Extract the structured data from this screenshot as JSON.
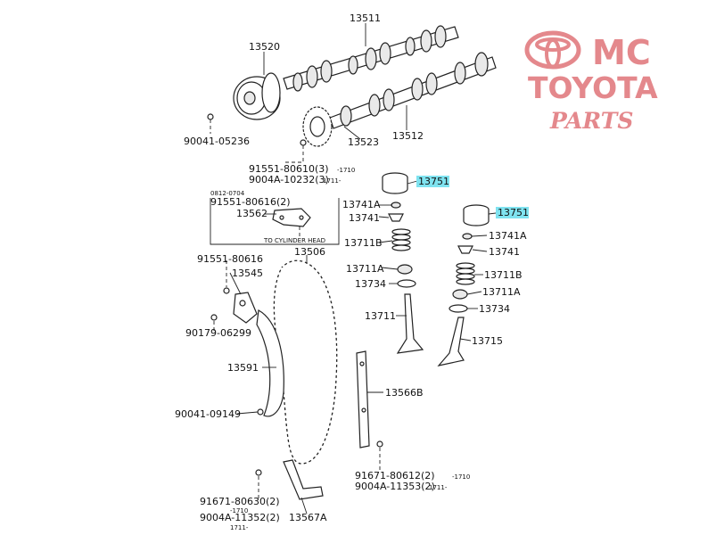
{
  "logo": {
    "line1": "MC",
    "line2": "TOYOTA",
    "line3": "PARTS",
    "color": "#e4888c"
  },
  "labels": {
    "p13511": "13511",
    "p13520": "13520",
    "p90041_05236": "90041-05236",
    "p13523": "13523",
    "p13512": "13512",
    "p91551_80610": "91551-80610(3)",
    "p91551_80610_note": "-1710",
    "p9004A_10232": "9004A-10232(3)",
    "p9004A_10232_note": "1711-",
    "p13751_a": "13751",
    "p13751_b": "13751",
    "box_note": "0812-0704",
    "p91551_80616_box": "91551-80616(2)",
    "p13562": "13562",
    "to_cyl": "TO CYLINDER HEAD",
    "p13741A_a": "13741A",
    "p13741_a": "13741",
    "p13711B_a": "13711B",
    "p13506": "13506",
    "p13741A_b": "13741A",
    "p13741_b": "13741",
    "p91551_80616": "91551-80616",
    "p13545": "13545",
    "p13711A_a": "13711A",
    "p13734_a": "13734",
    "p13711B_b": "13711B",
    "p13711A_b": "13711A",
    "p13734_b": "13734",
    "p90179_06299": "90179-06299",
    "p13711": "13711",
    "p13715": "13715",
    "p13591": "13591",
    "p13566B": "13566B",
    "p90041_09149": "90041-09149",
    "p91671_80612": "91671-80612(2)",
    "p91671_80612_note": "-1710",
    "p9004A_11353": "9004A-11353(2)",
    "p9004A_11353_note": "1711-",
    "p91671_80630": "91671-80630(2)",
    "p91671_80630_note": "-1710",
    "p9004A_11352": "9004A-11352(2)",
    "p9004A_11352_note": "1711-",
    "p13567A": "13567A"
  },
  "highlight_color": "#7fe3f0"
}
